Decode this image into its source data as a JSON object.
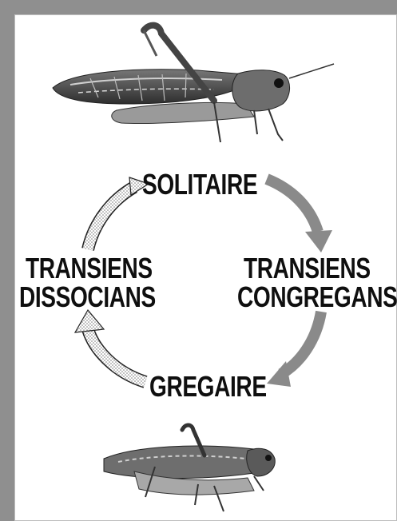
{
  "phases": {
    "solitaire": "SOLITAIRE",
    "transiens_congregans": [
      "TRANSIENS",
      "CONGREGANS"
    ],
    "gregaire": "GREGAIRE",
    "transiens_dissocians": [
      "TRANSIENS",
      "DISSOCIANS"
    ]
  },
  "icons": {
    "top_image": "solitary-locust-icon",
    "bottom_image": "gregarious-locust-icon"
  },
  "colors": {
    "arrow_forward": "#8a8a8a",
    "arrow_return_dots": "#b9b9b9"
  }
}
